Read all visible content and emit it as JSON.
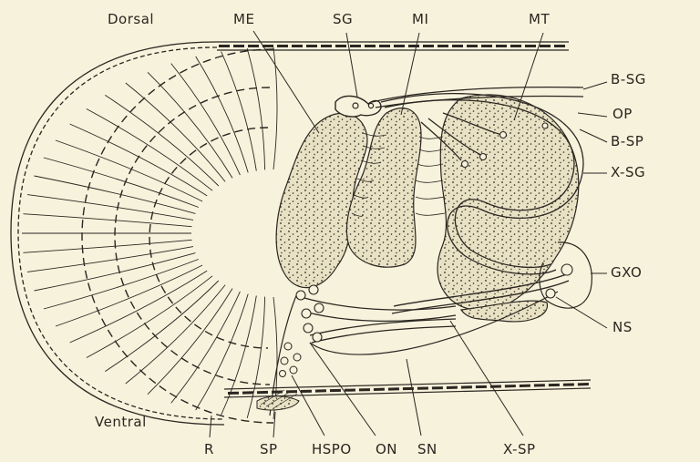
{
  "diagram": {
    "colors": {
      "background": "#f6f2dc",
      "ink": "#2a2620",
      "stipple_fill": "#e9e1c4"
    },
    "orientation": {
      "top": "Dorsal",
      "bottom": "Ventral"
    },
    "labels": {
      "me": "ME",
      "sg": "SG",
      "mi": "MI",
      "mt": "MT",
      "b_sg": "B-SG",
      "op": "OP",
      "b_sp": "B-SP",
      "x_sg": "X-SG",
      "gxo": "GXO",
      "ns": "NS",
      "r": "R",
      "sp": "SP",
      "hspo": "HSPO",
      "on": "ON",
      "sn": "SN",
      "x_sp": "X-SP"
    }
  }
}
